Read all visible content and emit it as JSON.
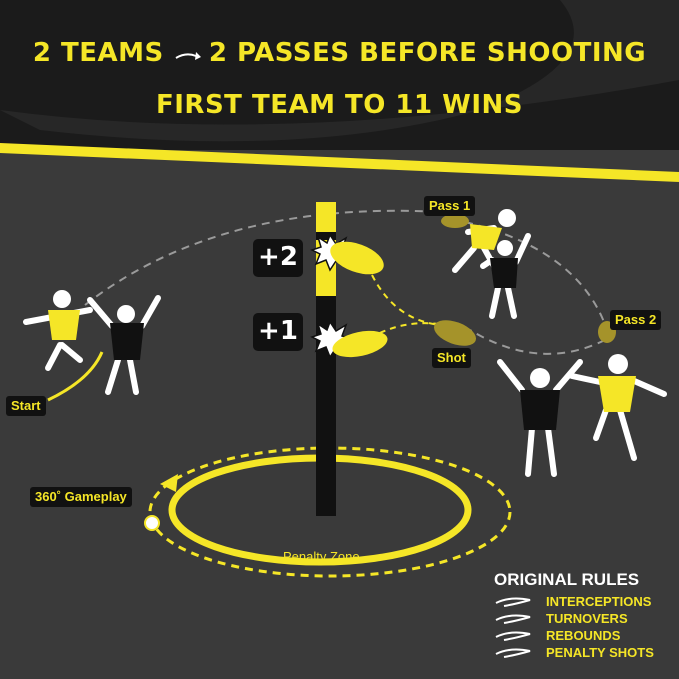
{
  "header": {
    "line1_left": "2 TEAMS",
    "line1_right": "2 PASSES BEFORE SHOOTING",
    "line2": "FIRST TEAM TO 11 WINS"
  },
  "scores": {
    "upper": "+2",
    "lower": "+1"
  },
  "labels": {
    "pass1": "Pass 1",
    "pass2": "Pass 2",
    "shot": "Shot",
    "start": "Start",
    "gameplay": "360˚ Gameplay",
    "penalty_zone": "Penalty Zone"
  },
  "rules": {
    "title": "ORIGINAL RULES",
    "items": [
      "INTERCEPTIONS",
      "TURNOVERS",
      "REBOUNDS",
      "PENALTY SHOTS"
    ]
  },
  "colors": {
    "accent": "#f5e627",
    "background": "#3a3a3a",
    "header_bg": "#1b1b1b",
    "team_a_shirt": "#f5e627",
    "team_b_shirt": "#111111"
  }
}
